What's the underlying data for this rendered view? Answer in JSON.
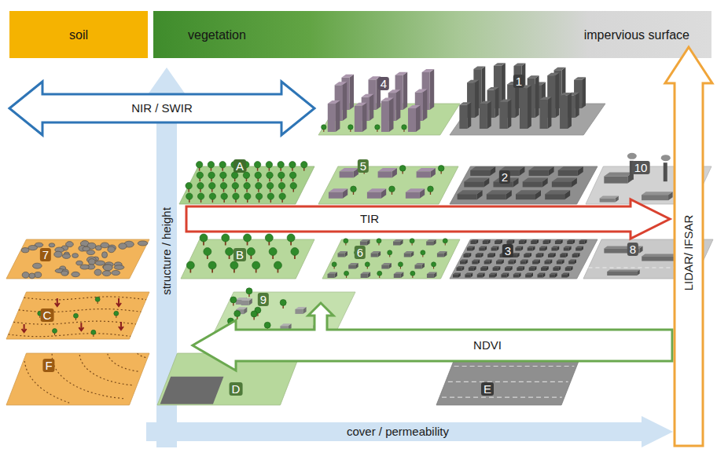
{
  "diagram": {
    "nodes": [
      {
        "text": [
          "soil"
        ]
      },
      {
        "text": [
          "vegetation",
          "impervious surface"
        ]
      },
      {
        "text": [
          "NIR / SWIR"
        ]
      },
      {
        "text": [
          "4"
        ]
      },
      {
        "text": [
          "1"
        ]
      },
      {
        "text": [
          "A"
        ]
      },
      {
        "text": [
          "5"
        ]
      },
      {
        "text": [
          "2"
        ]
      },
      {
        "text": [
          "10"
        ]
      },
      {
        "text": [
          "TIR"
        ]
      },
      {
        "text": [
          "7"
        ]
      },
      {
        "text": [
          "B"
        ]
      },
      {
        "text": [
          "6"
        ]
      },
      {
        "text": [
          "3"
        ]
      },
      {
        "text": [
          "8"
        ]
      },
      {
        "text": [
          "C"
        ]
      },
      {
        "text": [
          "9"
        ]
      },
      {
        "text": [
          "NDVI"
        ]
      },
      {
        "text": [
          "F"
        ]
      },
      {
        "text": [
          "D"
        ]
      },
      {
        "text": [
          "E"
        ]
      },
      {
        "text": [
          "structure / height"
        ]
      },
      {
        "text": [
          "cover / permeability"
        ]
      },
      {
        "text": [
          "LIDAR/ IFSAR"
        ]
      }
    ]
  }
}
